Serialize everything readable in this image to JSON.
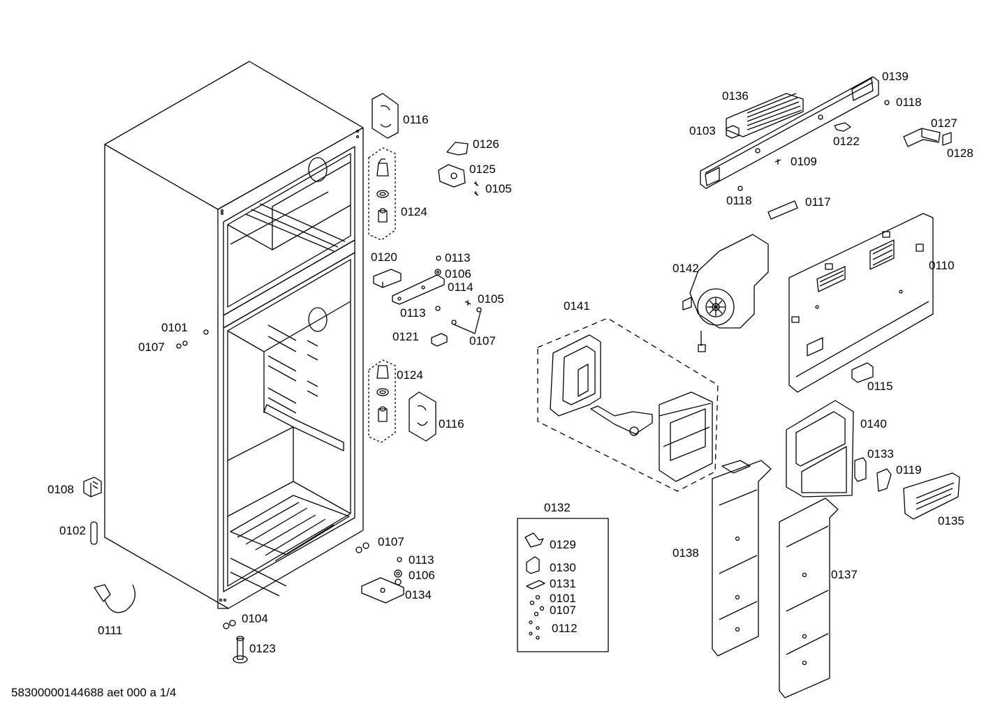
{
  "footer": "58300000144688 aet 000 a 1/4",
  "labels": {
    "p0116a": "0116",
    "p0126": "0126",
    "p0125": "0125",
    "p0105a": "0105",
    "p0124a": "0124",
    "p0120": "0120",
    "p0113a": "0113",
    "p0106a": "0106",
    "p0114": "0114",
    "p0113b": "0113",
    "p0105b": "0105",
    "p0121": "0121",
    "p0107a": "0107",
    "p0101a": "0101",
    "p0107b": "0107",
    "p0124b": "0124",
    "p0116b": "0116",
    "p0108": "0108",
    "p0102": "0102",
    "p0107c": "0107",
    "p0113c": "0113",
    "p0106b": "0106",
    "p0134": "0134",
    "p0111": "0111",
    "p0104": "0104",
    "p0123": "0123",
    "p0136": "0136",
    "p0139": "0139",
    "p0118a": "0118",
    "p0103": "0103",
    "p0122": "0122",
    "p0127": "0127",
    "p0128": "0128",
    "p0109": "0109",
    "p0118b": "0118",
    "p0117": "0117",
    "p0142": "0142",
    "p0110": "0110",
    "p0141": "0141",
    "p0115": "0115",
    "p0140": "0140",
    "p0133": "0133",
    "p0119": "0119",
    "p0135": "0135",
    "p0138": "0138",
    "p0137": "0137",
    "p0132": "0132",
    "p0129": "0129",
    "p0130": "0130",
    "p0131": "0131",
    "p0101b": "0101",
    "p0107d": "0107",
    "p0112": "0112"
  }
}
